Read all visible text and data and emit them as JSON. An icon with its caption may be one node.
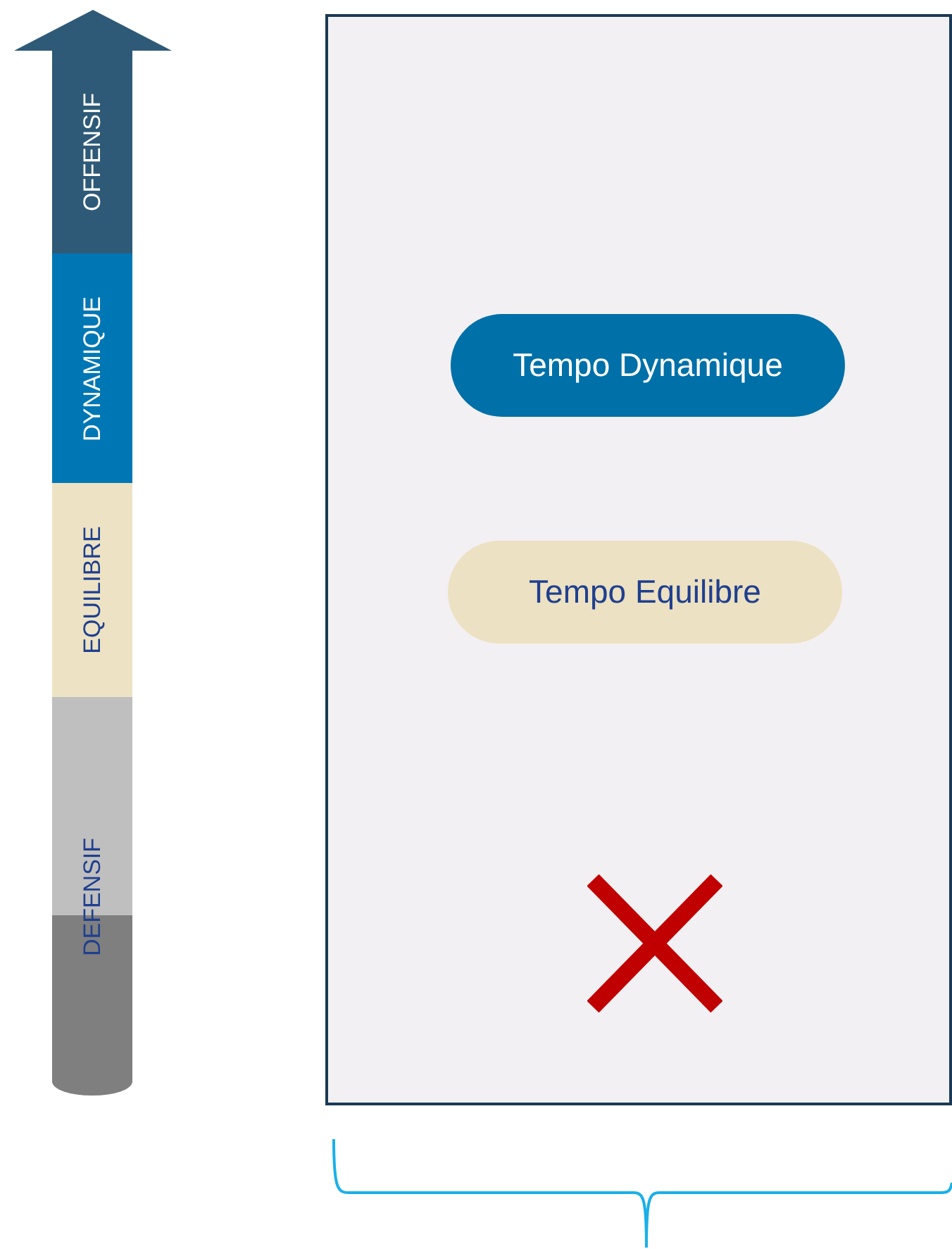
{
  "diagram": {
    "nodes": [
      {
        "text": [
          "OFFENSIF"
        ]
      },
      {
        "text": [
          "DYNAMIQUE"
        ]
      },
      {
        "text": [
          "EQUILIBRE"
        ]
      },
      {
        "text": [
          "DEFENSIF"
        ]
      },
      {
        "text": [],
        "shape": "box"
      },
      {
        "text": [
          "Tempo Dynamique"
        ],
        "in": 4
      },
      {
        "text": [
          "Tempo Equilibre"
        ],
        "in": 4
      }
    ]
  }
}
